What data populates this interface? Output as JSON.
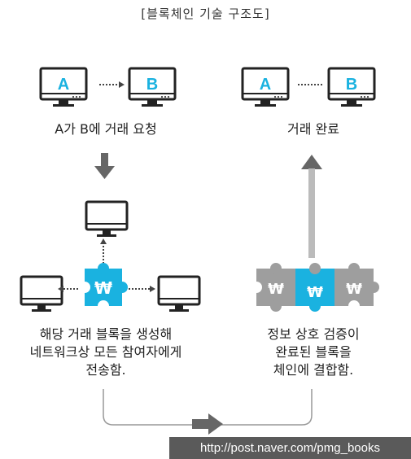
{
  "title": "[블록체인 기술 구조도]",
  "left_top": {
    "node_a": "A",
    "node_b": "B",
    "caption": "A가 B에 거래 요청"
  },
  "right_top": {
    "node_a": "A",
    "node_b": "B",
    "caption": "거래 완료"
  },
  "left_bottom": {
    "lines": [
      "해당 거래 블록을 생성해",
      "네트워크상 모든 참여자에게",
      "전송함."
    ]
  },
  "right_bottom": {
    "lines": [
      "정보 상호 검증이",
      "완료된 블록을",
      "체인에 결합함."
    ]
  },
  "block_symbol": "₩",
  "watermark": "http://post.naver.com/pmg_books",
  "colors": {
    "accent": "#1ab2e0",
    "gray_piece": "#9e9e9e",
    "arrow": "#666666",
    "monitor_stroke": "#222222"
  }
}
